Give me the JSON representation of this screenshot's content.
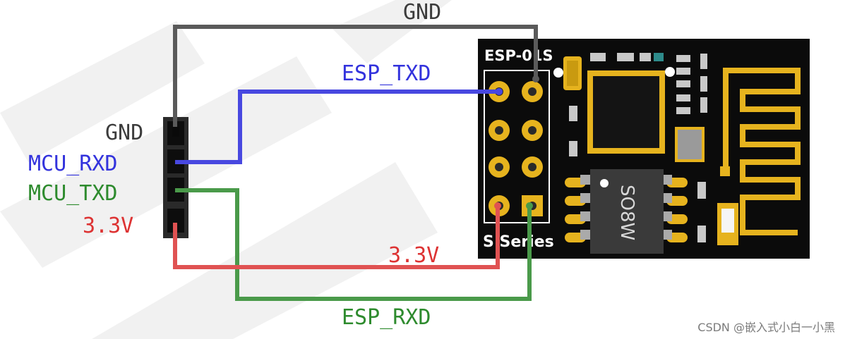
{
  "wires": {
    "gnd_top": "GND",
    "esp_txd": "ESP_TXD",
    "v33": "3.3V",
    "esp_rxd": "ESP_RXD"
  },
  "header_pins": {
    "gnd": "GND",
    "mcu_rxd": "MCU_RXD",
    "mcu_txd": "MCU_TXD",
    "v33": "3.3V"
  },
  "module": {
    "name": "ESP-01S",
    "series": "S Series",
    "chip_small": "SO8W"
  },
  "watermark": "CSDN @嵌入式小白一小黑",
  "colors": {
    "gnd": "#5a5a5a",
    "txd": "#3333dd",
    "rxd": "#2e8b2e",
    "power": "#dd3333",
    "board": "#0b0b0b",
    "gold": "#e6b31e"
  }
}
